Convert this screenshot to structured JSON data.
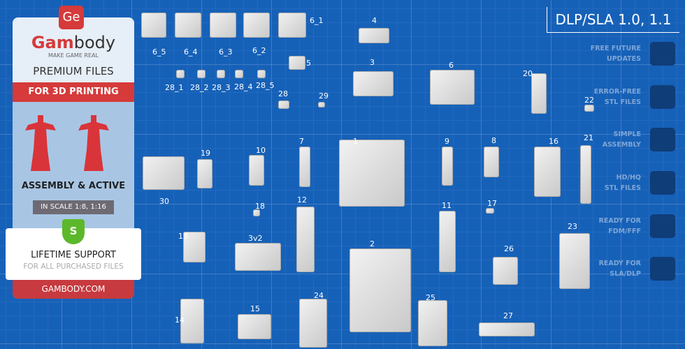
{
  "panel": {
    "brand_red": "Gam",
    "brand_rest": "body",
    "logo": "Ge",
    "tagline": "MAKE GAME REAL",
    "premium": "PREMIUM FILES",
    "for3d": "FOR 3D PRINTING",
    "assembly": "ASSEMBLY & ACTIVE",
    "scale": "IN SCALE 1:8, 1:16",
    "shield_letter": "S",
    "lifetime": "LIFETIME SUPPORT",
    "lifetime_sub": "FOR ALL PURCHASED FILES",
    "site": "GAMBODY.COM"
  },
  "version": "DLP/SLA 1.0, 1.1",
  "features": [
    {
      "l1": "FREE FUTURE",
      "l2": "UPDATES",
      "icon": "update-icon"
    },
    {
      "l1": "ERROR-FREE",
      "l2": "STL FILES",
      "icon": "file-check-icon"
    },
    {
      "l1": "SIMPLE",
      "l2": "ASSEMBLY",
      "icon": "puzzle-icon"
    },
    {
      "l1": "HD/HQ",
      "l2": "STL FILES",
      "icon": "figure-icon"
    },
    {
      "l1": "READY FOR",
      "l2": "FDM/FFF",
      "icon": "fdm-printer-icon"
    },
    {
      "l1": "READY FOR",
      "l2": "SLA/DLP",
      "icon": "sla-printer-icon"
    }
  ],
  "parts": [
    "6_5",
    "6_4",
    "6_3",
    "6_2",
    "6_1",
    "4",
    "5",
    "3",
    "6",
    "20",
    "22",
    "28_1",
    "28_2",
    "28_3",
    "28_4",
    "28_5",
    "28",
    "29",
    "1",
    "7",
    "9",
    "8",
    "10",
    "19",
    "16",
    "21",
    "30",
    "18",
    "17",
    "12",
    "11",
    "13",
    "3v2",
    "2",
    "26",
    "23",
    "24",
    "25",
    "14",
    "15",
    "27"
  ],
  "colors": {
    "background": "#1661b8",
    "red": "#d63a3a",
    "green": "#5cb82a"
  }
}
